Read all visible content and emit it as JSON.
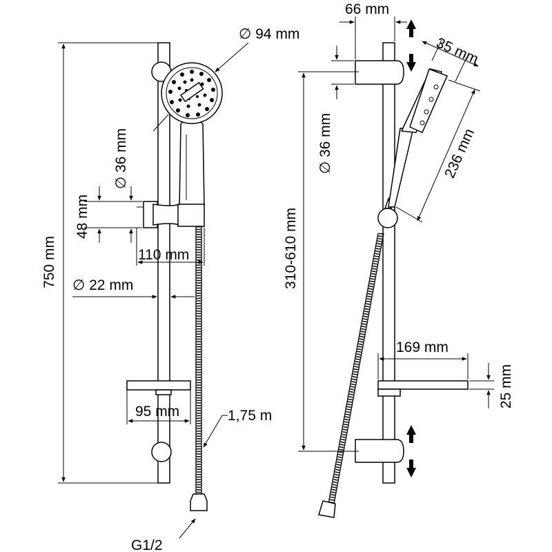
{
  "dimensions": {
    "head_diameter": "∅ 94 mm",
    "holder_diameter": "∅ 36 mm",
    "holder_height": "48 mm",
    "rail_projection": "110 mm",
    "rail_diameter": "∅ 22 mm",
    "total_height": "750 mm",
    "shelf_depth_front": "95 mm",
    "hose_length": "1,75 m",
    "connection": "G1/2",
    "bracket_depth": "66 mm",
    "handset_depth": "35 mm",
    "side_holder_diameter": "∅ 36 mm",
    "handset_length": "236 mm",
    "adjustment_range": "310-610 mm",
    "shelf_depth_side": "169 mm",
    "shelf_height": "25 mm"
  },
  "colors": {
    "line": "#000000",
    "background": "#ffffff"
  },
  "icons": [
    "up-down-arrow-icon"
  ]
}
